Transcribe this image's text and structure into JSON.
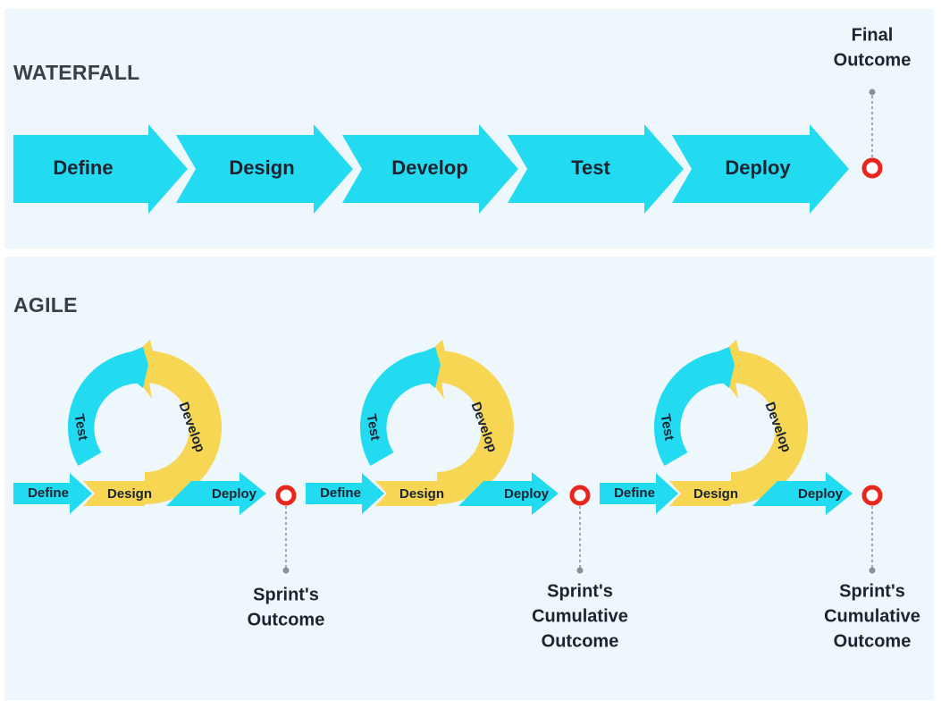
{
  "waterfall": {
    "title": "WATERFALL",
    "steps": [
      "Define",
      "Design",
      "Develop",
      "Test",
      "Deploy"
    ],
    "outcome": [
      "Final",
      "Outcome"
    ]
  },
  "agile": {
    "title": "AGILE",
    "sprints": [
      {
        "define": "Define",
        "design": "Design",
        "deploy": "Deploy",
        "test": "Test",
        "develop": "Develop",
        "outcome": [
          "Sprint's",
          "Outcome"
        ]
      },
      {
        "define": "Define",
        "design": "Design",
        "deploy": "Deploy",
        "test": "Test",
        "develop": "Develop",
        "outcome": [
          "Sprint's",
          "Cumulative",
          "Outcome"
        ]
      },
      {
        "define": "Define",
        "design": "Design",
        "deploy": "Deploy",
        "test": "Test",
        "develop": "Develop",
        "outcome": [
          "Sprint's",
          "Cumulative",
          "Outcome"
        ]
      }
    ]
  },
  "colors": {
    "cyan": "#22dbf0",
    "yellow": "#f7d654",
    "marker": "#e8261e",
    "connector": "#8a8f98",
    "panel": "#eef7fb",
    "heading": "#3b3f45"
  }
}
